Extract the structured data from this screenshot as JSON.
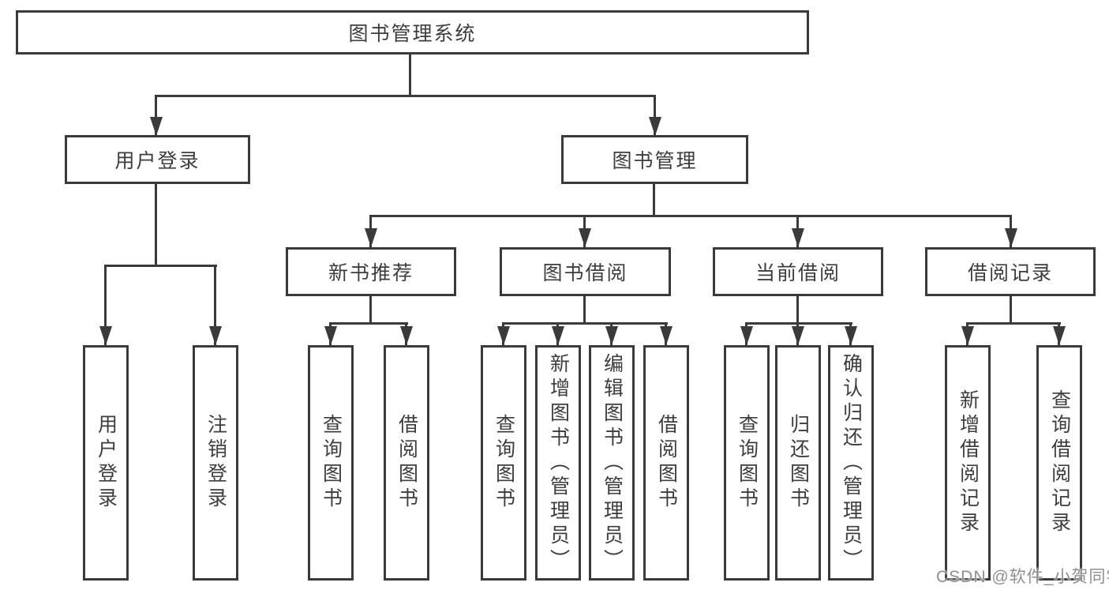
{
  "tree": {
    "label": "图书管理系统",
    "children": [
      {
        "label": "用户登录",
        "children": [
          {
            "label": "用户登录"
          },
          {
            "label": "注销登录"
          }
        ]
      },
      {
        "label": "图书管理",
        "children": [
          {
            "label": "新书推荐",
            "children": [
              {
                "label": "查询图书"
              },
              {
                "label": "借阅图书"
              }
            ]
          },
          {
            "label": "图书借阅",
            "children": [
              {
                "label": "查询图书"
              },
              {
                "label": "新增图书（管理员）"
              },
              {
                "label": "编辑图书（管理员）"
              },
              {
                "label": "借阅图书"
              }
            ]
          },
          {
            "label": "当前借阅",
            "children": [
              {
                "label": "查询图书"
              },
              {
                "label": "归还图书"
              },
              {
                "label": "确认归还（管理员）"
              }
            ]
          },
          {
            "label": "借阅记录",
            "children": [
              {
                "label": "新增借阅记录"
              },
              {
                "label": "查询借阅记录"
              }
            ]
          }
        ]
      }
    ]
  },
  "watermark": {
    "text": "CSDN @软件_小贺同学"
  },
  "colors": {
    "line": "#3a3a3a",
    "text": "#3d3d3d",
    "watermark": "#8f8f8f",
    "background": "#ffffff"
  }
}
